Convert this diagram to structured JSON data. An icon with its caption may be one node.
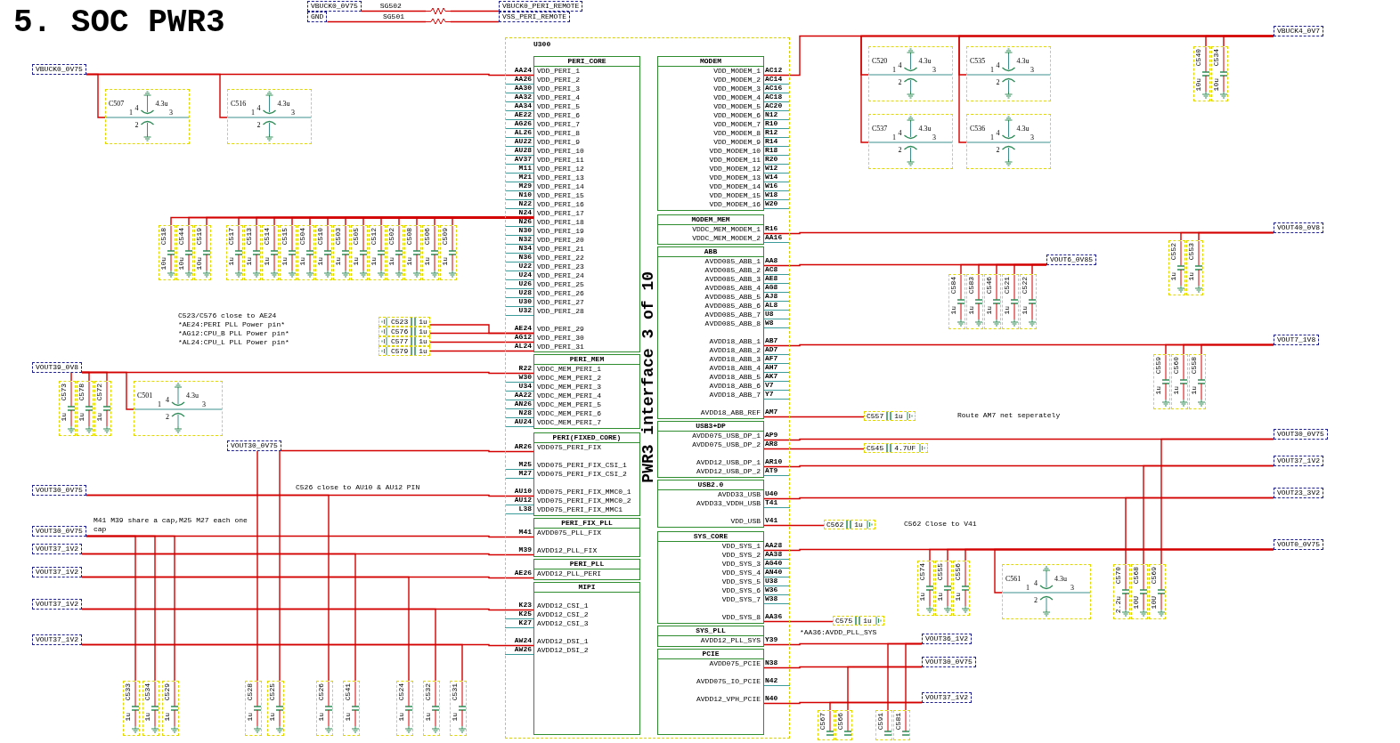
{
  "diagram": {
    "title": "5. SOC PWR3",
    "nodes": [
      {
        "text": [
          "VBUCK0_0V75"
        ],
        "beside": [
          "SG502"
        ]
      },
      {
        "text": [
          "GND"
        ]
      },
      {
        "text": [],
        "shape": "resistor"
      },
      {
        "text": [
          "VBUCK0_PERI_REMOTE"
        ]
      },
      {
        "text": [
          "VSS_PERI_REMOTE"
        ]
      },
      {
        "text": [
          "U300",
          "PWR3 interface 3 of 10"
        ]
      },
      {
        "text": [
          "PERI_CORE",
          "VDD_PERI_1",
          "VDD_PERI_2",
          "VDD_PERI_3",
          "VDD_PERI_4",
          "VDD_PERI_5",
          "VDD_PERI_6",
          "VDD_PERI_7",
          "VDD_PERI_8",
          "VDD_PERI_9",
          "VDD_PERI_10",
          "VDD_PERI_11",
          "VDD_PERI_12",
          "VDD_PERI_13",
          "VDD_PERI_14",
          "VDD_PERI_15",
          "VDD_PERI_16",
          "VDD_PERI_17",
          "VDD_PERI_18",
          "VDD_PERI_19",
          "VDD_PERI_20",
          "VDD_PERI_21",
          "VDD_PERI_22",
          "VDD_PERI_23",
          "VDD_PERI_24",
          "VDD_PERI_25",
          "VDD_PERI_26",
          "VDD_PERI_27",
          "VDD_PERI_28",
          "VDD_PERI_29",
          "VDD_PERI_30",
          "VDD_PERI_31"
        ],
        "beside": [
          "AA24",
          "AA26",
          "AA30",
          "AA32",
          "AA34",
          "AE22",
          "AG26",
          "AL26",
          "AU22",
          "AU28",
          "AV37",
          "M11",
          "M21",
          "M29",
          "N10",
          "N22",
          "N24",
          "N26",
          "N30",
          "N32",
          "N34",
          "N36",
          "U22",
          "U24",
          "U26",
          "U28",
          "U30",
          "U32",
          "AE24",
          "AG12",
          "AL24"
        ],
        "in": 5
      },
      {
        "text": [
          "PERI_MEM",
          "VDDC_MEM_PERI_1",
          "VDDC_MEM_PERI_2",
          "VDDC_MEM_PERI_3",
          "VDDC_MEM_PERI_4",
          "VDDC_MEM_PERI_5",
          "VDDC_MEM_PERI_6",
          "VDDC_MEM_PERI_7"
        ],
        "beside": [
          "R22",
          "W30",
          "U34",
          "AA22",
          "AN26",
          "N28",
          "AU24"
        ],
        "in": 5
      },
      {
        "text": [
          "PERI(FIXED_CORE)",
          "VDD075_PERI_FIX",
          "VDD075_PERI_FIX_CSI_1",
          "VDD075_PERI_FIX_CSI_2",
          "VDD075_PERI_FIX_MMC0_1",
          "VDD075_PERI_FIX_MMC0_2",
          "VDD075_PERI_FIX_MMC1"
        ],
        "beside": [
          "AR26",
          "M25",
          "M27",
          "AU10",
          "AU12",
          "L38"
        ],
        "in": 5
      },
      {
        "text": [
          "PERI_FIX_PLL",
          "AVDD075_PLL_FIX",
          "AVDD12_PLL_FIX"
        ],
        "beside": [
          "M41",
          "M39"
        ],
        "in": 5
      },
      {
        "text": [
          "PERI_PLL",
          "AVDD12_PLL_PERI"
        ],
        "beside": [
          "AE26"
        ],
        "in": 5
      },
      {
        "text": [
          "MIPI",
          "AVDD12_CSI_1",
          "AVDD12_CSI_2",
          "AVDD12_CSI_3",
          "AVDD12_DSI_1",
          "AVDD12_DSI_2"
        ],
        "beside": [
          "K23",
          "K25",
          "K27",
          "AW24",
          "AW26"
        ],
        "in": 5
      },
      {
        "text": [
          "MODEM",
          "VDD_MODEM_1",
          "VDD_MODEM_2",
          "VDD_MODEM_3",
          "VDD_MODEM_4",
          "VDD_MODEM_5",
          "VDD_MODEM_6",
          "VDD_MODEM_7",
          "VDD_MODEM_8",
          "VDD_MODEM_9",
          "VDD_MODEM_10",
          "VDD_MODEM_11",
          "VDD_MODEM_12",
          "VDD_MODEM_13",
          "VDD_MODEM_14",
          "VDD_MODEM_15",
          "VDD_MODEM_16"
        ],
        "beside": [
          "AC12",
          "AC14",
          "AC16",
          "AC18",
          "AC20",
          "N12",
          "R10",
          "R12",
          "R14",
          "R18",
          "R20",
          "W12",
          "W14",
          "W16",
          "W18",
          "W20"
        ],
        "in": 5
      },
      {
        "text": [
          "MODEM_MEM",
          "VDDC_MEM_MODEM_1",
          "VDDC_MEM_MODEM_2"
        ],
        "beside": [
          "R16",
          "AA16"
        ],
        "in": 5
      },
      {
        "text": [
          "ABB",
          "AVDD085_ABB_1",
          "AVDD085_ABB_2",
          "AVDD085_ABB_3",
          "AVDD085_ABB_4",
          "AVDD085_ABB_5",
          "AVDD085_ABB_6",
          "AVDD085_ABB_7",
          "AVDD085_ABB_8",
          "AVDD18_ABB_1",
          "AVDD18_ABB_2",
          "AVDD18_ABB_3",
          "AVDD18_ABB_4",
          "AVDD18_ABB_5",
          "AVDD18_ABB_6",
          "AVDD18_ABB_7",
          "AVDD18_ABB_REF"
        ],
        "beside": [
          "AA8",
          "AC8",
          "AE8",
          "AG8",
          "AJ8",
          "AL8",
          "U8",
          "W8",
          "AB7",
          "AD7",
          "AF7",
          "AH7",
          "AK7",
          "V7",
          "Y7",
          "AM7"
        ],
        "in": 5
      },
      {
        "text": [
          "USB3+DP",
          "AVDD075_USB_DP_1",
          "AVDD075_USB_DP_2",
          "AVDD12_USB_DP_1",
          "AVDD12_USB_DP_2"
        ],
        "beside": [
          "AP9",
          "AR8",
          "AR10",
          "AT9"
        ],
        "in": 5
      },
      {
        "text": [
          "USB2.0",
          "AVDD33_USB",
          "AVDD33_VDDH_USB",
          "VDD_USB"
        ],
        "beside": [
          "U40",
          "T41",
          "V41"
        ],
        "in": 5
      },
      {
        "text": [
          "SYS_CORE",
          "VDD_SYS_1",
          "VDD_SYS_2",
          "VDD_SYS_3",
          "VDD_SYS_4",
          "VDD_SYS_5",
          "VDD_SYS_6",
          "VDD_SYS_7",
          "VDD_SYS_8"
        ],
        "beside": [
          "AA28",
          "AA38",
          "AG40",
          "AN40",
          "U38",
          "W36",
          "W38",
          "AA36"
        ],
        "in": 5
      },
      {
        "text": [
          "SYS_PLL",
          "AVDD12_PLL_SYS"
        ],
        "beside": [
          "Y39"
        ],
        "in": 5
      },
      {
        "text": [
          "PCIE",
          "AVDD075_PCIE",
          "AVDD075_IO_PCIE",
          "AVDD12_VPH_PCIE"
        ],
        "beside": [
          "N38",
          "N42",
          "N40"
        ],
        "in": 5
      },
      {
        "text": [
          "VBUCK0_0V75"
        ]
      },
      {
        "text": [
          "VOUT39_0V8"
        ]
      },
      {
        "text": [
          "VOUT30_0V75"
        ]
      },
      {
        "text": [
          "VOUT30_0V75"
        ]
      },
      {
        "text": [
          "VOUT30_0V75"
        ]
      },
      {
        "text": [
          "VOUT37_1V2"
        ]
      },
      {
        "text": [
          "VOUT37_1V2"
        ]
      },
      {
        "text": [
          "VOUT37_1V2"
        ]
      },
      {
        "text": [
          "VOUT37_1V2"
        ]
      },
      {
        "text": [
          "C507",
          "4.3u",
          "1",
          "3",
          "4",
          "2"
        ]
      },
      {
        "text": [
          "C516",
          "4.3u",
          "1",
          "3",
          "4",
          "2"
        ]
      },
      {
        "text": [
          "C518",
          "10u"
        ]
      },
      {
        "text": [
          "C544",
          "10u"
        ]
      },
      {
        "text": [
          "C519",
          "10u"
        ]
      },
      {
        "text": [
          "C517",
          "1u"
        ]
      },
      {
        "text": [
          "C513",
          "1u"
        ]
      },
      {
        "text": [
          "C514",
          "1u"
        ]
      },
      {
        "text": [
          "C515",
          "1u"
        ]
      },
      {
        "text": [
          "C504",
          "1u"
        ]
      },
      {
        "text": [
          "C510",
          "1u"
        ]
      },
      {
        "text": [
          "C503",
          "1u"
        ]
      },
      {
        "text": [
          "C505",
          "1u"
        ]
      },
      {
        "text": [
          "C512",
          "1u"
        ]
      },
      {
        "text": [
          "C502",
          "1u"
        ]
      },
      {
        "text": [
          "C508",
          "1u"
        ]
      },
      {
        "text": [
          "C506",
          "1u"
        ]
      },
      {
        "text": [
          "C509",
          "1u"
        ]
      },
      {
        "text": [
          "C523",
          "1u"
        ]
      },
      {
        "text": [
          "C576",
          "1u"
        ]
      },
      {
        "text": [
          "C577",
          "1u"
        ]
      },
      {
        "text": [
          "C579",
          "1u"
        ]
      },
      {
        "text": [
          "C573",
          "1u"
        ]
      },
      {
        "text": [
          "C578",
          "1u"
        ]
      },
      {
        "text": [
          "C572",
          "1u"
        ]
      },
      {
        "text": [
          "C501",
          "4.3u",
          "1",
          "3",
          "4",
          "2"
        ]
      },
      {
        "text": [
          "C533",
          "1u"
        ]
      },
      {
        "text": [
          "C534",
          "1u"
        ]
      },
      {
        "text": [
          "C529",
          "1u"
        ]
      },
      {
        "text": [
          "C528",
          "1u"
        ]
      },
      {
        "text": [
          "C525",
          "1u"
        ]
      },
      {
        "text": [
          "C526",
          "1u"
        ]
      },
      {
        "text": [
          "C541",
          "1u"
        ]
      },
      {
        "text": [
          "C524",
          "1u"
        ]
      },
      {
        "text": [
          "C532",
          "1u"
        ]
      },
      {
        "text": [
          "C531",
          "1u"
        ]
      },
      {
        "text": [
          "VBUCK4_0V7"
        ]
      },
      {
        "text": [
          "VOUT40_0V8"
        ]
      },
      {
        "text": [
          "VOUT6_0V85"
        ]
      },
      {
        "text": [
          "VOUT7_1V8"
        ]
      },
      {
        "text": [
          "VOUT30_0V75"
        ]
      },
      {
        "text": [
          "VOUT37_1V2"
        ]
      },
      {
        "text": [
          "VOUT23_3V2"
        ]
      },
      {
        "text": [
          "VOUT0_0V75"
        ]
      },
      {
        "text": [
          "VOUT36_1V2"
        ]
      },
      {
        "text": [
          "VOUT30_0V75"
        ]
      },
      {
        "text": [
          "VOUT37_1V2"
        ]
      },
      {
        "text": [
          "C520",
          "4.3u",
          "1",
          "3",
          "4",
          "2"
        ]
      },
      {
        "text": [
          "C535",
          "4.3u",
          "1",
          "3",
          "4",
          "2"
        ]
      },
      {
        "text": [
          "C537",
          "4.3u",
          "1",
          "3",
          "4",
          "2"
        ]
      },
      {
        "text": [
          "C536",
          "4.3u",
          "1",
          "3",
          "4",
          "2"
        ]
      },
      {
        "text": [
          "C540",
          "10u"
        ]
      },
      {
        "text": [
          "C534",
          "10u"
        ]
      },
      {
        "text": [
          "C552",
          "1u"
        ]
      },
      {
        "text": [
          "C553",
          "1u"
        ]
      },
      {
        "text": [
          "C584",
          "1u"
        ]
      },
      {
        "text": [
          "C583",
          "1u"
        ]
      },
      {
        "text": [
          "C546",
          "1u"
        ]
      },
      {
        "text": [
          "C521",
          "1u"
        ]
      },
      {
        "text": [
          "C522",
          "1u"
        ]
      },
      {
        "text": [
          "C559",
          "1u"
        ]
      },
      {
        "text": [
          "C560",
          "1u"
        ]
      },
      {
        "text": [
          "C558",
          "1u"
        ]
      },
      {
        "text": [
          "C557",
          "1u"
        ]
      },
      {
        "text": [
          "C545",
          "4.7UF"
        ]
      },
      {
        "text": [
          "C562",
          "1u"
        ]
      },
      {
        "text": [
          "C575",
          "1u"
        ],
        "beside": [
          "*AA36:AVDD_PLL_SYS"
        ]
      },
      {
        "text": [
          "C574",
          "1u"
        ]
      },
      {
        "text": [
          "C555",
          "1u"
        ]
      },
      {
        "text": [
          "C556",
          "1u"
        ]
      },
      {
        "text": [
          "C561",
          "4.3u",
          "1",
          "3",
          "4",
          "2"
        ]
      },
      {
        "text": [
          "C570",
          "2.2u"
        ]
      },
      {
        "text": [
          "C568",
          "10U"
        ]
      },
      {
        "text": [
          "C569",
          "10U"
        ]
      },
      {
        "text": [
          "C567"
        ]
      },
      {
        "text": [
          "C566"
        ]
      },
      {
        "text": [
          "C591"
        ]
      },
      {
        "text": [
          "C581"
        ]
      }
    ],
    "edges": [
      {
        "from": 0,
        "to": 2,
        "arrow": "none"
      },
      {
        "from": 2,
        "to": 3,
        "arrow": "none"
      },
      {
        "from": 1,
        "to": 2,
        "arrow": "none"
      },
      {
        "from": 2,
        "to": 4,
        "arrow": "none"
      },
      {
        "from": 20,
        "to": 6,
        "arrow": "none"
      },
      {
        "from": 21,
        "to": 7,
        "arrow": "none"
      },
      {
        "from": 22,
        "to": 8,
        "arrow": "none"
      },
      {
        "from": 23,
        "to": 8,
        "arrow": "none"
      },
      {
        "from": 24,
        "to": 9,
        "arrow": "none"
      },
      {
        "from": 25,
        "to": 9,
        "arrow": "none"
      },
      {
        "from": 26,
        "to": 10,
        "arrow": "none"
      },
      {
        "from": 27,
        "to": 11,
        "arrow": "none"
      },
      {
        "from": 28,
        "to": 11,
        "arrow": "none"
      },
      {
        "from": 65,
        "to": 12,
        "arrow": "none"
      },
      {
        "from": 66,
        "to": 13,
        "arrow": "none"
      },
      {
        "from": 67,
        "to": 14,
        "arrow": "none"
      },
      {
        "from": 68,
        "to": 14,
        "arrow": "none"
      },
      {
        "from": 69,
        "to": 15,
        "arrow": "none"
      },
      {
        "from": 70,
        "to": 15,
        "arrow": "none"
      },
      {
        "from": 71,
        "to": 16,
        "arrow": "none"
      },
      {
        "from": 72,
        "to": 17,
        "arrow": "none"
      },
      {
        "from": 73,
        "to": 18,
        "arrow": "none"
      },
      {
        "from": 74,
        "to": 19,
        "arrow": "none"
      },
      {
        "from": 75,
        "to": 19,
        "arrow": "none"
      },
      {
        "from": 29,
        "to": 20,
        "arrow": "none"
      },
      {
        "from": 30,
        "to": 20,
        "arrow": "none"
      },
      {
        "from": 31,
        "to": 6,
        "arrow": "none"
      },
      {
        "from": 32,
        "to": 6,
        "arrow": "none"
      },
      {
        "from": 33,
        "to": 6,
        "arrow": "none"
      },
      {
        "from": 34,
        "to": 6,
        "arrow": "none"
      },
      {
        "from": 35,
        "to": 6,
        "arrow": "none"
      },
      {
        "from": 36,
        "to": 6,
        "arrow": "none"
      },
      {
        "from": 37,
        "to": 6,
        "arrow": "none"
      },
      {
        "from": 38,
        "to": 6,
        "arrow": "none"
      },
      {
        "from": 39,
        "to": 6,
        "arrow": "none"
      },
      {
        "from": 40,
        "to": 6,
        "arrow": "none"
      },
      {
        "from": 41,
        "to": 6,
        "arrow": "none"
      },
      {
        "from": 42,
        "to": 6,
        "arrow": "none"
      },
      {
        "from": 43,
        "to": 6,
        "arrow": "none"
      },
      {
        "from": 44,
        "to": 6,
        "arrow": "none"
      },
      {
        "from": 45,
        "to": 6,
        "arrow": "none"
      },
      {
        "from": 46,
        "to": 6,
        "arrow": "none"
      },
      {
        "from": 47,
        "to": 6,
        "arrow": "none"
      },
      {
        "from": 48,
        "to": 6,
        "arrow": "none"
      },
      {
        "from": 49,
        "to": 6,
        "arrow": "none"
      },
      {
        "from": 50,
        "to": 6,
        "arrow": "none"
      },
      {
        "from": 51,
        "to": 21,
        "arrow": "none"
      },
      {
        "from": 52,
        "to": 21,
        "arrow": "none"
      },
      {
        "from": 53,
        "to": 21,
        "arrow": "none"
      },
      {
        "from": 54,
        "to": 21,
        "arrow": "none"
      },
      {
        "from": 55,
        "to": 24,
        "arrow": "none"
      },
      {
        "from": 56,
        "to": 24,
        "arrow": "none"
      },
      {
        "from": 57,
        "to": 24,
        "arrow": "none"
      },
      {
        "from": 58,
        "to": 22,
        "arrow": "none"
      },
      {
        "from": 59,
        "to": 22,
        "arrow": "none"
      },
      {
        "from": 60,
        "to": 23,
        "arrow": "none"
      },
      {
        "from": 61,
        "to": 25,
        "arrow": "none"
      },
      {
        "from": 62,
        "to": 26,
        "arrow": "none"
      },
      {
        "from": 63,
        "to": 27,
        "arrow": "none"
      },
      {
        "from": 64,
        "to": 28,
        "arrow": "none"
      },
      {
        "from": 76,
        "to": 65,
        "arrow": "none"
      },
      {
        "from": 77,
        "to": 65,
        "arrow": "none"
      },
      {
        "from": 78,
        "to": 65,
        "arrow": "none"
      },
      {
        "from": 79,
        "to": 65,
        "arrow": "none"
      },
      {
        "from": 80,
        "to": 65,
        "arrow": "none"
      },
      {
        "from": 81,
        "to": 65,
        "arrow": "none"
      },
      {
        "from": 82,
        "to": 66,
        "arrow": "none"
      },
      {
        "from": 83,
        "to": 66,
        "arrow": "none"
      },
      {
        "from": 84,
        "to": 67,
        "arrow": "none"
      },
      {
        "from": 85,
        "to": 67,
        "arrow": "none"
      },
      {
        "from": 86,
        "to": 67,
        "arrow": "none"
      },
      {
        "from": 87,
        "to": 67,
        "arrow": "none"
      },
      {
        "from": 88,
        "to": 67,
        "arrow": "none"
      },
      {
        "from": 89,
        "to": 68,
        "arrow": "none"
      },
      {
        "from": 90,
        "to": 68,
        "arrow": "none"
      },
      {
        "from": 91,
        "to": 68,
        "arrow": "none"
      },
      {
        "from": 92,
        "to": 14,
        "arrow": "none"
      },
      {
        "from": 93,
        "to": 15,
        "arrow": "none"
      },
      {
        "from": 94,
        "to": 16,
        "arrow": "none"
      },
      {
        "from": 95,
        "to": 17,
        "arrow": "none"
      },
      {
        "from": 96,
        "to": 72,
        "arrow": "none"
      },
      {
        "from": 97,
        "to": 72,
        "arrow": "none"
      },
      {
        "from": 98,
        "to": 72,
        "arrow": "none"
      },
      {
        "from": 99,
        "to": 72,
        "arrow": "none"
      },
      {
        "from": 100,
        "to": 71,
        "arrow": "none"
      },
      {
        "from": 101,
        "to": 70,
        "arrow": "none"
      },
      {
        "from": 102,
        "to": 69,
        "arrow": "none"
      },
      {
        "from": 103,
        "to": 75,
        "arrow": "none"
      },
      {
        "from": 104,
        "to": 74,
        "arrow": "none"
      },
      {
        "from": 105,
        "to": 73,
        "arrow": "none"
      },
      {
        "from": 106,
        "to": 73,
        "arrow": "none"
      }
    ],
    "labels": [
      "C523/C576 close to AE24",
      "*AE24:PERI PLL Power pin*",
      "*AG12:CPU_B PLL Power pin*",
      "*AL24:CPU_L PLL Power pin*",
      "C526 close to AU10 & AU12 PIN",
      "M41 M39 share a cap,M25 M27 each one cap",
      "Route AM7 net seperately",
      "C562 Close to V41",
      "SG501"
    ]
  }
}
